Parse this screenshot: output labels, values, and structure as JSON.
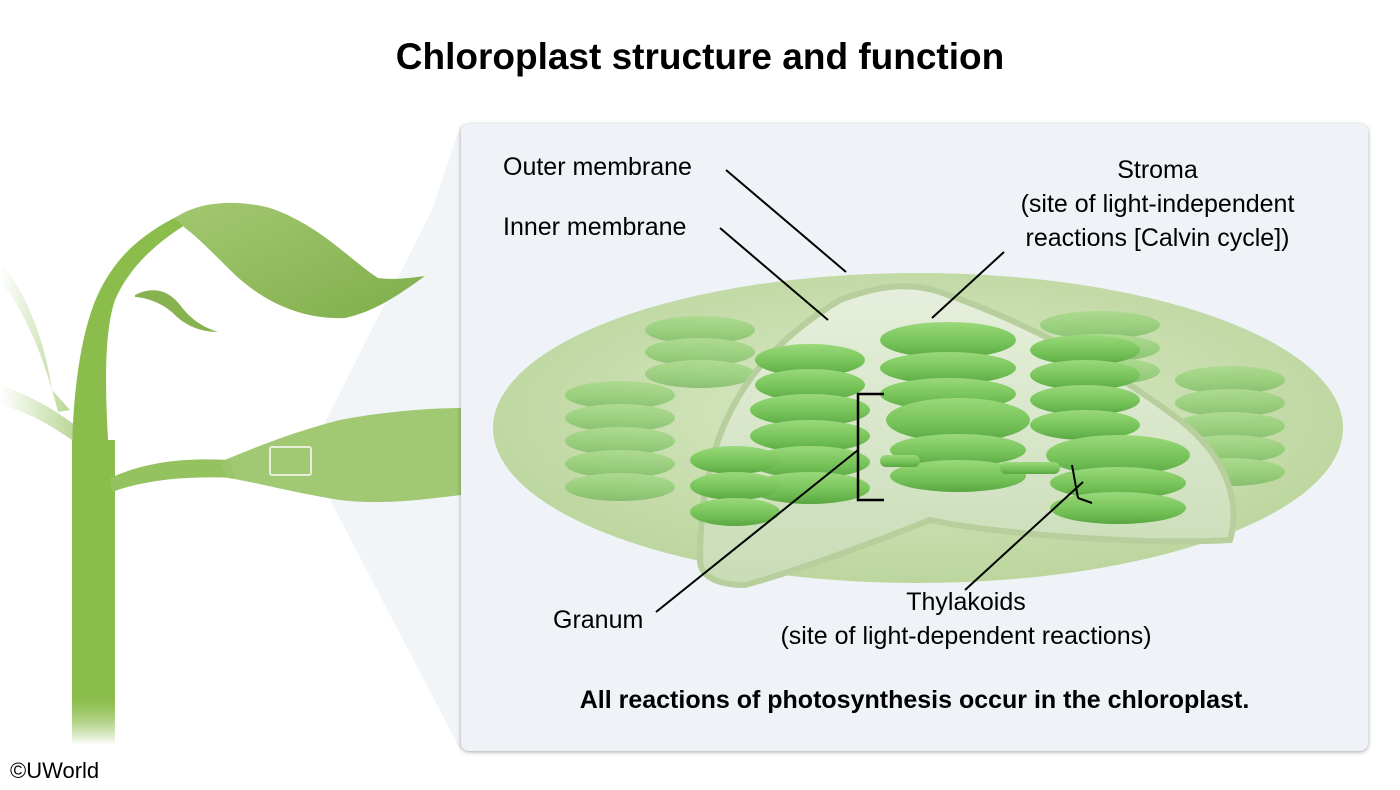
{
  "title": "Chloroplast structure and function",
  "labels": {
    "outer_membrane": "Outer membrane",
    "inner_membrane": "Inner membrane",
    "stroma": {
      "name": "Stroma",
      "line1": "(site of light-independent",
      "line2": "reactions [Calvin cycle])"
    },
    "granum": "Granum",
    "thylakoids": {
      "name": "Thylakoids",
      "line1": "(site of light-dependent reactions)"
    }
  },
  "summary": "All reactions of photosynthesis occur in the chloroplast.",
  "copyright": "©UWorld",
  "colors": {
    "plant_green": "#8fbf5a",
    "plant_dark": "#6fa33e",
    "chloroplast_shell": "#cfe3b8",
    "thylakoid_green": "#7cc95e",
    "panel_bg": "#eff3f7"
  }
}
